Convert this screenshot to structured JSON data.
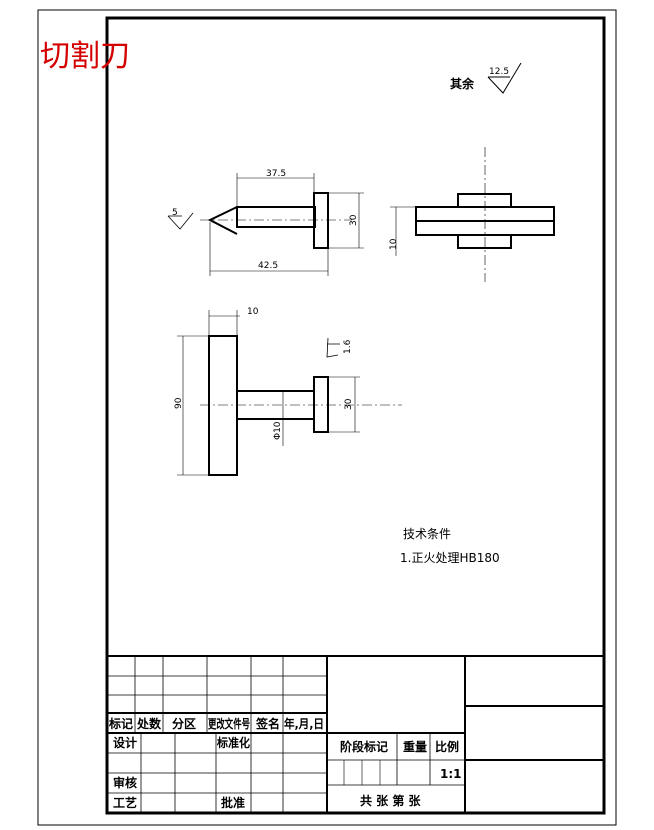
{
  "drawing_title": "切割刀",
  "surface_finish": {
    "label": "其余",
    "general_value": "12.5",
    "face_value": "1.6",
    "chamfer_value": "5"
  },
  "dimensions": {
    "top_length": "37.5",
    "total_length": "42.5",
    "head_diameter": "30",
    "side_width": "10",
    "front_thickness": "10",
    "front_height": "90",
    "front_head": "30",
    "front_shaft": "Φ10"
  },
  "tech_requirements": {
    "heading": "技术条件",
    "item_1": "1.正火处理HB180"
  },
  "title_block": {
    "col_mark": "标记",
    "col_count": "处数",
    "col_zone": "分区",
    "col_change_doc": "更改文件号",
    "col_sign": "签名",
    "col_date": "年,月,日",
    "design": "设计",
    "standardization": "标准化",
    "stage_mark": "阶段标记",
    "weight": "重量",
    "scale_label": "比例",
    "scale_value": "1:1",
    "review": "审核",
    "process": "工艺",
    "approve": "批准",
    "sheets": "共   张   第   张"
  }
}
